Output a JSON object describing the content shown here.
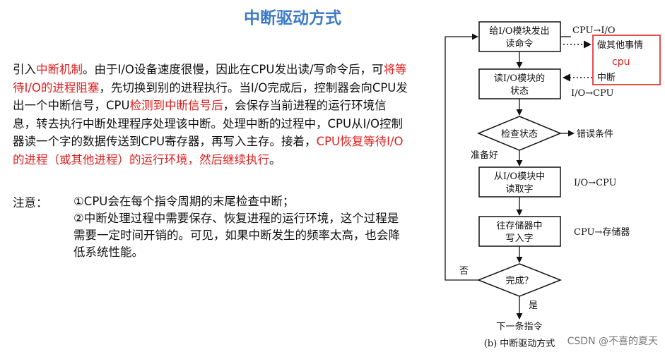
{
  "title": "中断驱动方式",
  "intro": {
    "seg1": "引入",
    "seg2": "中断机制",
    "seg3": "。由于I/O设备速度很慢，因此在CPU发出读/写命令后，可",
    "seg4": "将等待I/O的进程阻塞",
    "seg5": "，先切换到别的进程执行。当I/O完成后，控制器会向CPU发出一个中断信号，CPU",
    "seg6": "检测到中断信号后",
    "seg7": "，会保存当前进程的运行环境信息，转去执行中断处理程序处理该中断。处理中断的过程中，CPU从I/O控制器读一个字的数据传送到CPU寄存器，再写入主存。接着，",
    "seg8": "CPU恢复等待I/O的进程（或其他进程）的运行环境，然后继续执行",
    "seg9": "。"
  },
  "notes": {
    "label": "注意：",
    "items": [
      "①CPU会在每个指令周期的末尾检查中断；",
      "②中断处理过程中需要保存、恢复进程的运行环境，这个过程是需要一定时间开销的。可见，如果中断发生的频率太高，也会降低系统性能。"
    ]
  },
  "flowchart": {
    "box1_line1": "给I/O模块发出",
    "box1_line2": "读命令",
    "box2_line1": "读I/O模块的",
    "box2_line2": "状态",
    "decision1": "检查状态",
    "box3_line1": "从I/O模块中",
    "box3_line2": "读取字",
    "box4_line1": "往存储器中",
    "box4_line2": "写入字",
    "decision2": "完成？",
    "side_cpu_io": "CPU→I/O",
    "side_other_line1": "做其他事情",
    "side_other_cpu": "cpu",
    "side_interrupt": "中断",
    "side_io_cpu_1": "I/O→CPU",
    "side_error": "错误条件",
    "label_ready": "准备好",
    "side_io_cpu_2": "I/O→CPU",
    "side_cpu_mem": "CPU→存储器",
    "label_no": "否",
    "label_yes": "是",
    "next_instruction": "下一条指令",
    "caption": "(b) 中断驱动方式"
  },
  "watermark": "CSDN @不喜的夏天",
  "colors": {
    "title": "#3d7bc8",
    "highlight": "#e0201f",
    "box_border": "#e0201f"
  }
}
